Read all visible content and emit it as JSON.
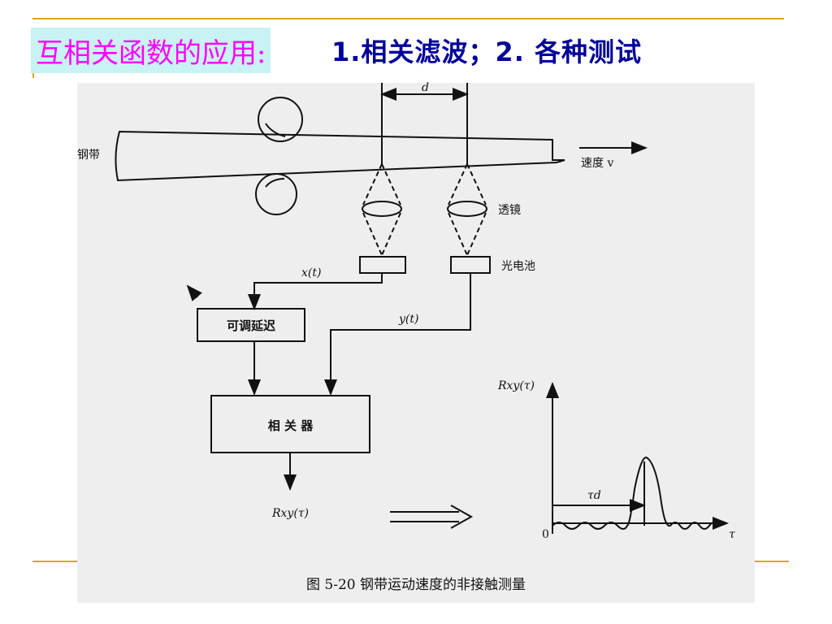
{
  "slide": {
    "title_highlight": "互相关函数的应用:",
    "title_rest": "1.相关滤波；2. 各种测试"
  },
  "figure": {
    "caption": "图 5-20    钢带运动速度的非接触测量",
    "labels": {
      "steel_strip": "钢带",
      "speed": "速度 v",
      "distance": "d",
      "lens": "透镜",
      "photocell": "光电池",
      "x_signal": "x(t)",
      "y_signal": "y(t)",
      "delay_box": "可调延迟",
      "correlator_box": "相 关 器",
      "correlator_output": "Rxy(τ)",
      "graph_ylabel": "Rxy(τ)",
      "graph_xlabel": "τ",
      "graph_origin": "0",
      "graph_tau_d": "τd"
    }
  }
}
